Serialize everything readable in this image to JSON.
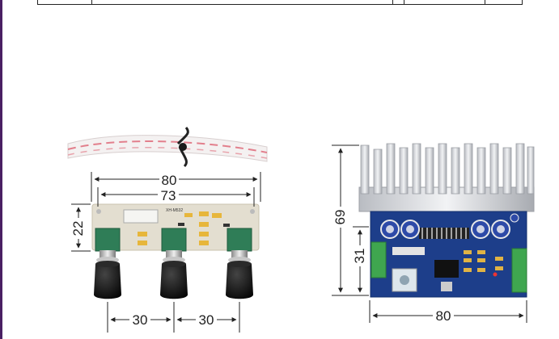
{
  "photo": {
    "description_free": true,
    "dimensions_left_board": {
      "width_outer": "80",
      "width_inner": "73",
      "height": "22",
      "spacing_left": "30",
      "spacing_right": "30"
    },
    "dimensions_right_board": {
      "height_total": "69",
      "height_pcb": "31",
      "width": "80"
    }
  }
}
